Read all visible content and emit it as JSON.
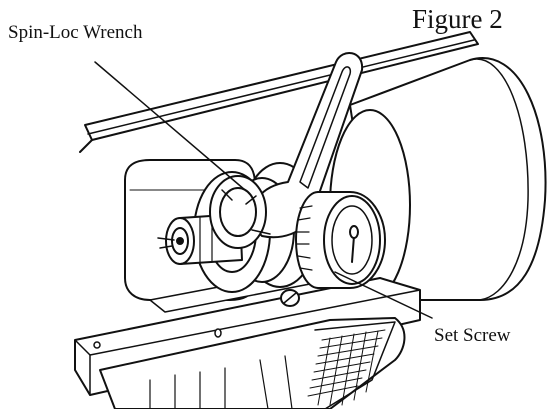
{
  "figure": {
    "title": "Figure 2",
    "labels": {
      "wrench": "Spin-Loc Wrench",
      "set_screw": "Set Screw"
    },
    "colors": {
      "ink": "#111111",
      "paper": "#ffffff",
      "light_gray": "#e9e9e9"
    }
  }
}
